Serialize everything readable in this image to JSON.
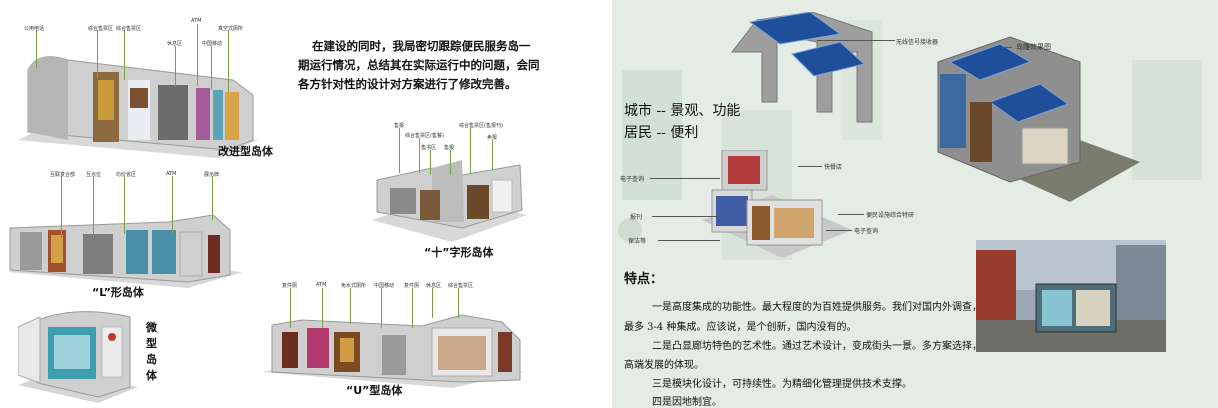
{
  "left_page": {
    "intro_text": [
      "在建设的同时，我局密切跟踪便民服务岛一",
      "期运行情况，总结其在实际运行中的问题，会同",
      "各方针对性的设计对方案进行了修改完善。"
    ],
    "caption_improved": "改进型岛体",
    "caption_cross": "“十”字形岛体",
    "caption_L": "“L”形岛体",
    "caption_micro": [
      "微",
      "型",
      "岛",
      "体"
    ],
    "caption_U": "“U”型岛体",
    "labels_improved": [
      "公用电话",
      "综合售票区",
      "综合售票区",
      "休息区",
      "ATM",
      "中国移动",
      "真空式厕所"
    ],
    "labels_L": [
      "互联复合部",
      "互点位",
      "均价省区",
      "ATM",
      "展示牌"
    ],
    "labels_cross": [
      "售报",
      "综合售票区(售餐)",
      "售书区",
      "售报",
      "综合售票区(售报刊)",
      "卖报"
    ],
    "labels_U": [
      "复件厕",
      "ATM",
      "免水式厕所",
      "中国移动",
      "复件厕",
      "休息区",
      "综合售票区"
    ]
  },
  "right_page": {
    "heading_lines": [
      "城市 -- 景观、功能",
      "居民 -- 便利"
    ],
    "labels_top": [
      "无线信号接收器",
      "岛雕效果图"
    ],
    "labels_mid": [
      "快餐店",
      "电子查询",
      "便民设施综合特研",
      "电子查询",
      "报刊",
      "保洁等"
    ],
    "features_title": "特点：",
    "features": [
      "一是高度集成的功能性。最大程度的为百姓提供服务。我们对国内外调查，",
      "最多 3-4 种集成。应该说，是个创新，国内没有的。",
      "二是凸显廊坊特色的艺术性。通过艺术设计，变成街头一景。多方案选择，",
      "高端发展的体现。",
      "三是模块化设计，可持续性。为精细化管理提供技术支撑。",
      "四是因地制宜。"
    ]
  }
}
